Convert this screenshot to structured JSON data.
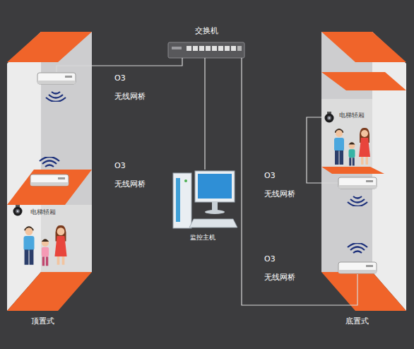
{
  "diagram": {
    "nodes": [
      {
        "text": [
          "交换机"
        ]
      },
      {
        "text": [
          "顶置式"
        ]
      },
      {
        "text": [
          "O3 无线网桥"
        ],
        "in": 1
      },
      {
        "text": [
          "O3 无线网桥"
        ],
        "in": 1
      },
      {
        "text": [
          "电梯轿厢"
        ],
        "in": 1
      },
      {
        "text": [
          "监控主机"
        ]
      },
      {
        "text": [
          "底置式"
        ]
      },
      {
        "text": [
          "电梯轿厢"
        ],
        "in": 6
      },
      {
        "text": [
          "O3 无线网桥"
        ],
        "in": 6
      },
      {
        "text": [
          "O3 无线网桥"
        ],
        "in": 6
      }
    ],
    "edges": [
      {
        "from": 0,
        "to": 2,
        "arrow": "none"
      },
      {
        "from": 0,
        "to": 5,
        "arrow": "none"
      },
      {
        "from": 0,
        "to": 9,
        "arrow": "none"
      },
      {
        "from": 7,
        "to": 8,
        "arrow": "none"
      }
    ]
  }
}
